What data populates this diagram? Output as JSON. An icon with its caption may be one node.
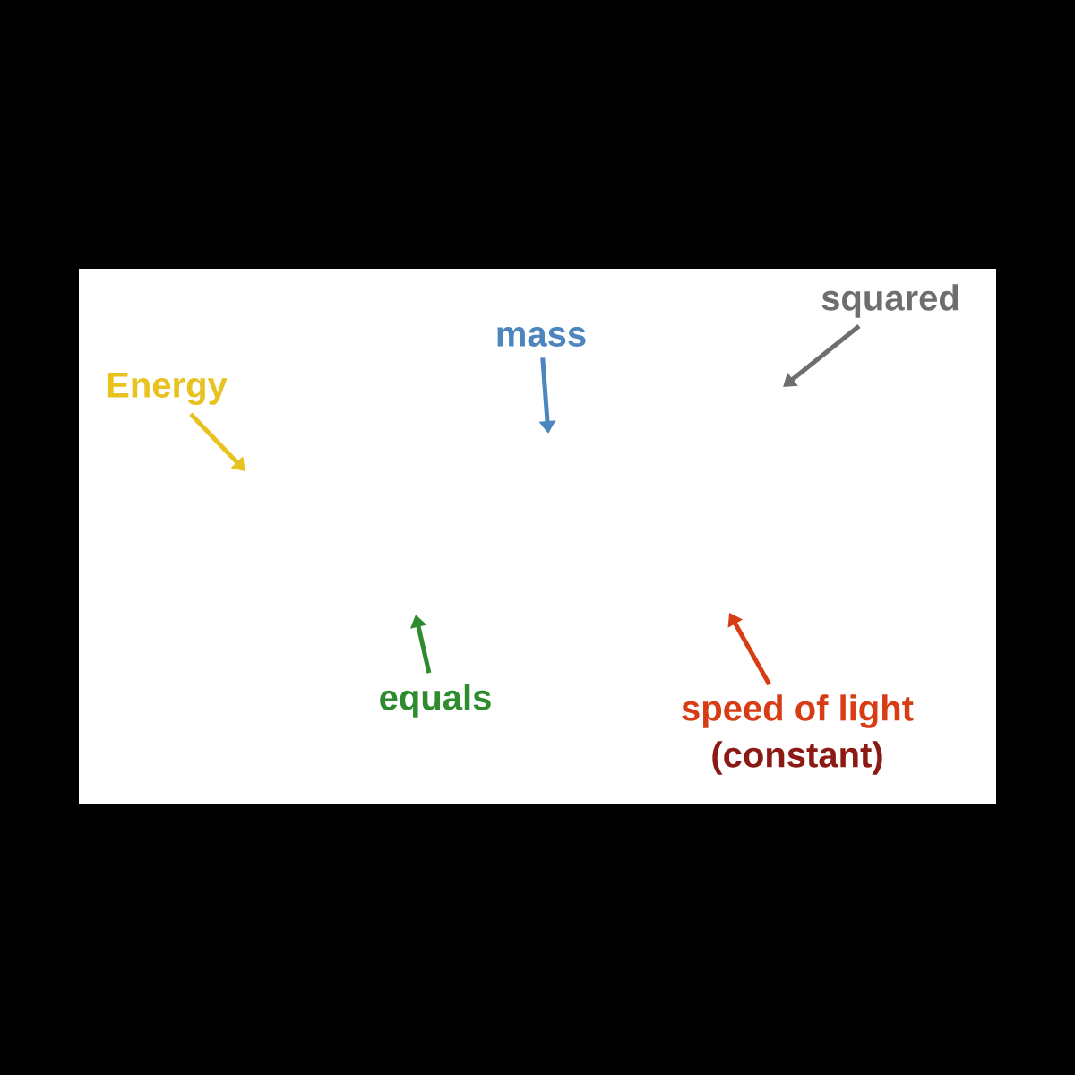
{
  "diagram": {
    "nodes": [
      {
        "text": [
          "Energy"
        ]
      },
      {
        "text": [
          "mass"
        ]
      },
      {
        "text": [
          "squared"
        ]
      },
      {
        "text": [
          "equals"
        ]
      },
      {
        "text": [
          "speed of light",
          "(constant)"
        ]
      }
    ],
    "edges": [
      {
        "from": 0,
        "to": null,
        "arrow": "to",
        "color": "#e8c21e"
      },
      {
        "from": 1,
        "to": null,
        "arrow": "to",
        "color": "#4d85bd"
      },
      {
        "from": 2,
        "to": null,
        "arrow": "to",
        "color": "#6e6e6e"
      },
      {
        "from": 3,
        "to": null,
        "arrow": "to",
        "color": "#2e8b2e"
      },
      {
        "from": 4,
        "to": null,
        "arrow": "to",
        "color": "#d83c14"
      }
    ]
  }
}
